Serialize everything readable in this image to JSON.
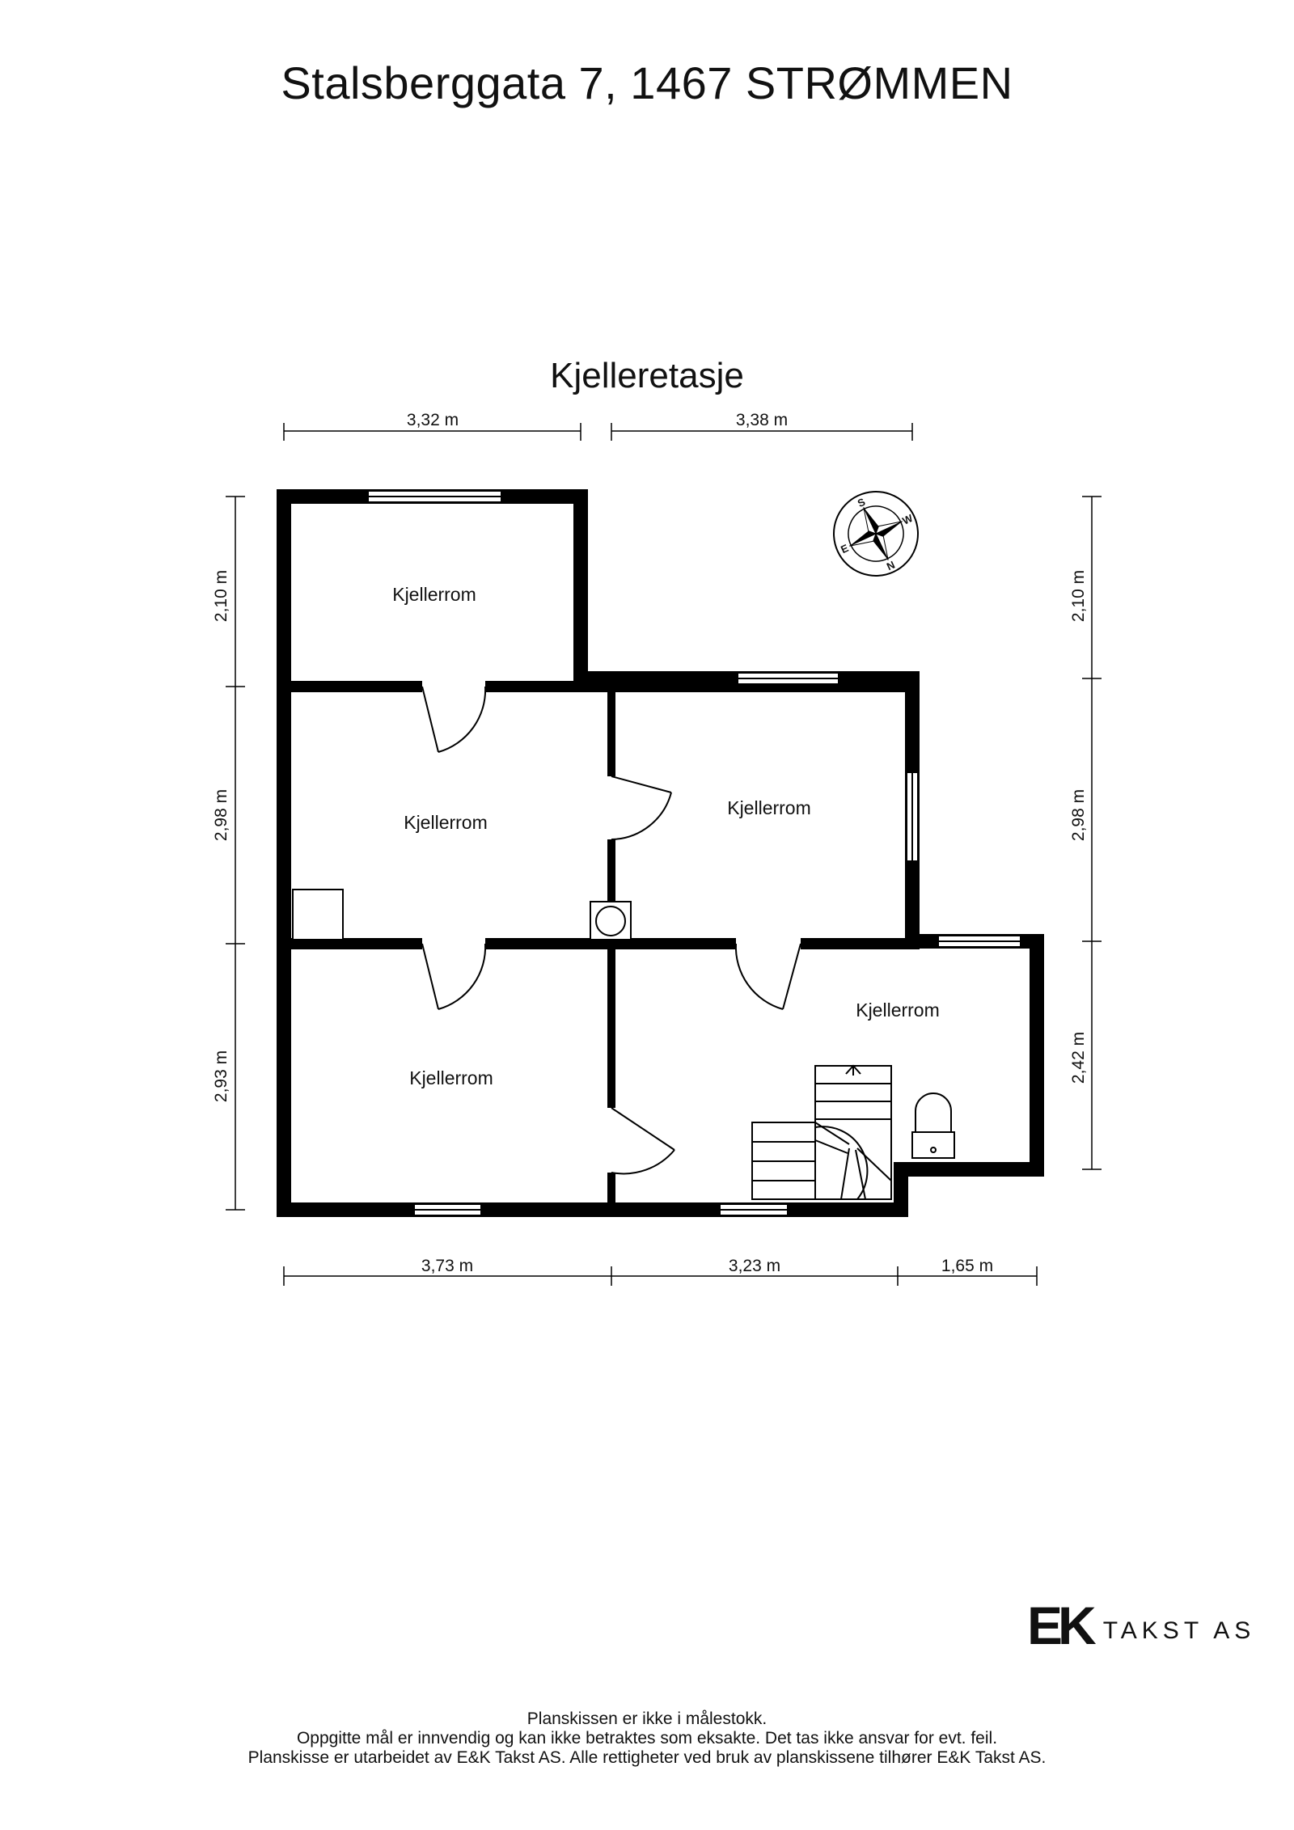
{
  "header": {
    "address": "Stalsberggata 7, 1467 STRØMMEN"
  },
  "plan": {
    "floor_title": "Kjelleretasje",
    "rooms": [
      "Kjellerrom",
      "Kjellerrom",
      "Kjellerrom",
      "Kjellerrom",
      "Kjellerrom"
    ],
    "dimensions": {
      "top": [
        "3,32 m",
        "3,38 m"
      ],
      "bottom": [
        "3,73 m",
        "3,23 m",
        "1,65 m"
      ],
      "left": [
        "2,10 m",
        "2,98 m",
        "2,93 m"
      ],
      "right": [
        "2,10 m",
        "2,98 m",
        "2,42 m"
      ]
    },
    "compass": {
      "n": "N",
      "e": "E",
      "s": "S",
      "w": "W"
    }
  },
  "logo": {
    "mark": "EK",
    "text": "TAKST AS"
  },
  "footer": {
    "line1": "Planskissen er ikke i målestokk.",
    "line2": "Oppgitte mål er innvendig og kan ikke betraktes som eksakte. Det tas ikke ansvar for evt. feil.",
    "line3": "Planskisse er utarbeidet av E&K Takst AS. Alle rettigheter ved bruk av planskissene tilhører E&K Takst AS."
  }
}
